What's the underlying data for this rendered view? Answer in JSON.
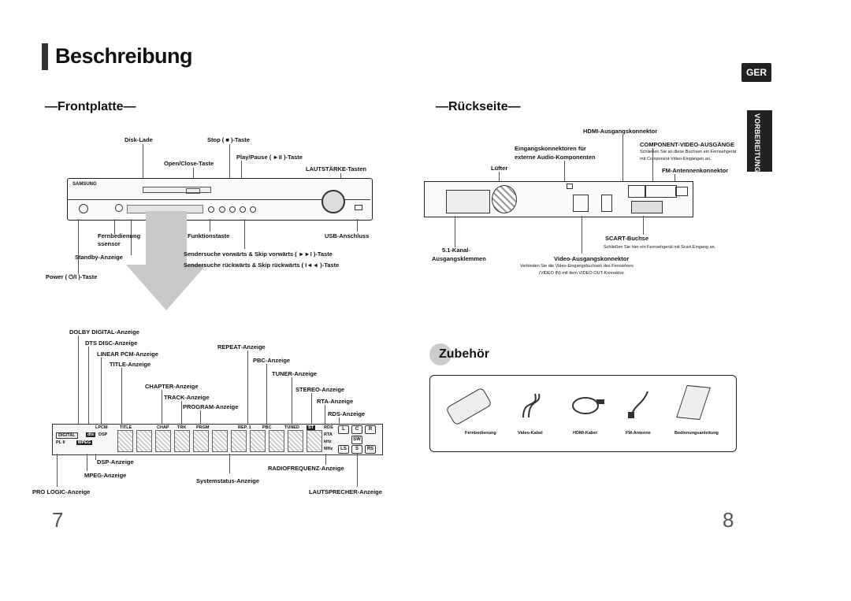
{
  "header": {
    "title": "Beschreibung",
    "lang_badge": "GER",
    "side_tab": "VORBEREITUNGEN"
  },
  "front": {
    "title": "—Frontplatte—",
    "device_brand": "SAMSUNG",
    "labels": {
      "disk_lade": "Disk-Lade",
      "stop": "Stop ( ■ )-Taste",
      "play_pause": "Play/Pause ( ►II )-Taste",
      "open_close": "Open/Close-Taste",
      "lautstaerke": "LAUTSTÄRKE-Tasten",
      "fernbedienung_1": "Fernbedienung",
      "fernbedienung_2": "ssensor",
      "funktionstaste": "Funktionstaste",
      "usb": "USB-Anschluss",
      "standby": "Standby-Anzeige",
      "skip_vor": "Sendersuche vorwärts & Skip vorwärts (  ►►I  )-Taste",
      "skip_rueck": "Sendersuche rückwärts & Skip rückwärts (  I◄◄  )-Taste",
      "power": "Power ( ⏻/I )-Taste"
    }
  },
  "display": {
    "labels": {
      "dolby": "DOLBY DIGITAL-Anzeige",
      "dts": "DTS DISC-Anzeige",
      "lpcm": "LINEAR PCM-Anzeige",
      "title": "TITLE-Anzeige",
      "repeat": "REPEAT-Anzeige",
      "pbc": "PBC-Anzeige",
      "tuner": "TUNER-Anzeige",
      "chapter": "CHAPTER-Anzeige",
      "stereo": "STEREO-Anzeige",
      "track": "TRACK-Anzeige",
      "rta": "RTA-Anzeige",
      "program": "PROGRAM-Anzeige",
      "rds": "RDS-Anzeige",
      "dsp": "DSP-Anzeige",
      "radiofreq": "RADIOFREQUENZ-Anzeige",
      "mpeg": "MPEG-Anzeige",
      "systemstatus": "Systemstatus-Anzeige",
      "prologic": "PRO LOGIC-Anzeige",
      "lautsprecher": "LAUTSPRECHER-Anzeige"
    },
    "panel": {
      "row_labels": [
        "LPCM",
        "TITLE",
        "CHAP",
        "TRK",
        "PRGM",
        "REP. 1",
        "PBC",
        "TUNED",
        "ST"
      ],
      "digital": "DIGITAL",
      "dts": "dts",
      "dsp": "DSP",
      "pl2": "PL II",
      "mpeg": "MPEG",
      "right_labels": [
        "RDS",
        "RTA",
        "kHz",
        "MHz"
      ],
      "speakers": [
        "L",
        "C",
        "R",
        "SW",
        "LS",
        "S",
        "RS"
      ]
    }
  },
  "rear": {
    "title": "—Rückseite—",
    "labels": {
      "hdmi": "HDMI-Ausgangskonnektor",
      "eingang_1": "Eingangskonnektoren für",
      "eingang_2": "externe Audio-Komponenten",
      "component": "COMPONENT-VIDEO-AUSGÄNGE",
      "component_desc_1": "Schließen Sie an diese Buchsen ein Fernsehgerät",
      "component_desc_2": "mit Component-Video-Eingängen an.",
      "fm": "FM-Antennenkonnektor",
      "luefter": "Lüfter",
      "kanal_1": "5.1-Kanal-",
      "kanal_2": "Ausgangsklemmen",
      "scart": "SCART-Buchse",
      "scart_desc": "Schließen Sie hier ein Fernsehgerät mit Scart-Eingang an.",
      "video": "Video-Ausgangskonnektor",
      "video_desc_1": "Verbinden Sie die Video-Eingangsbuchsen des Fernsehers",
      "video_desc_2": "(VIDEO IN) mit dem VIDEO-OUT-Konnektor."
    }
  },
  "accessories": {
    "title": "Zubehör",
    "items": [
      "Fernbedienung",
      "Video-Kabel",
      "HDMI-Kabel",
      "FM-Antenne",
      "Bedienungsanleitung"
    ]
  },
  "pages": {
    "left": "7",
    "right": "8"
  }
}
